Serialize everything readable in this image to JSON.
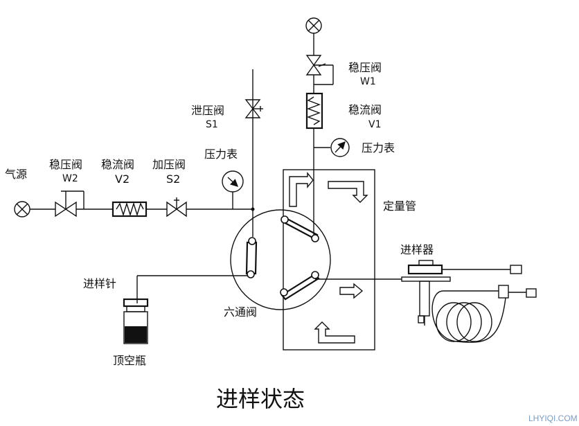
{
  "title": "进样状态",
  "watermark": "LHYIQI.COM",
  "labels": {
    "gas_source": "气源",
    "reg_valve_w2": "稳压阀",
    "w2": "W2",
    "flow_valve_v2": "稳流阀",
    "v2": "V2",
    "press_valve_s2": "加压阀",
    "s2": "S2",
    "gauge_left": "压力表",
    "relief_valve": "泄压阀",
    "s1": "S1",
    "reg_valve_w1": "稳压阀",
    "w1": "W1",
    "flow_valve_v1": "稳流阀",
    "v1": "V1",
    "gauge_right": "压力表",
    "loop": "定量管",
    "injector": "进样器",
    "needle": "进样针",
    "six_port": "六通阀",
    "vial": "顶空瓶"
  },
  "colors": {
    "line": "#111111",
    "watermark": "#7a9cc6",
    "background": "#ffffff"
  }
}
